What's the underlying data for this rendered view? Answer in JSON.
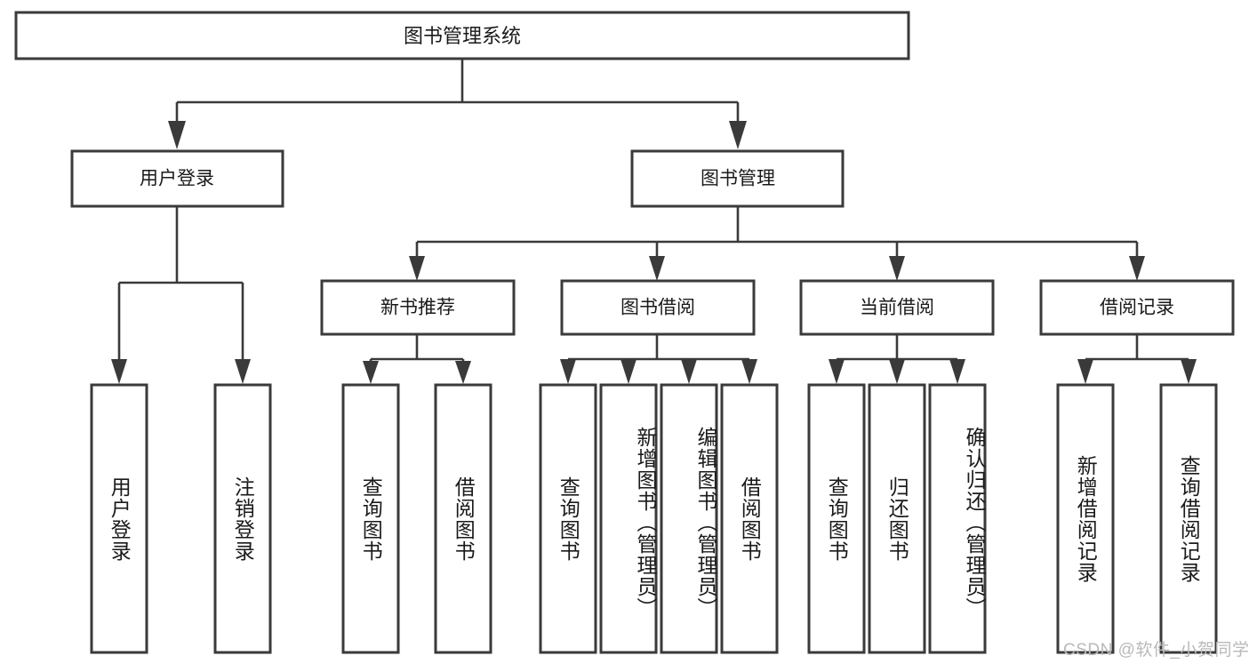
{
  "diagram": {
    "type": "tree-hierarchy-flowchart",
    "orientation": "top-down",
    "root": {
      "id": "root",
      "label": "图书管理系统"
    },
    "level2": [
      {
        "id": "user-login",
        "label": "用户登录"
      },
      {
        "id": "book-management",
        "label": "图书管理"
      }
    ],
    "level3": [
      {
        "id": "new-book-recommend",
        "label": "新书推荐",
        "parent": "book-management"
      },
      {
        "id": "book-borrow",
        "label": "图书借阅",
        "parent": "book-management"
      },
      {
        "id": "current-borrow",
        "label": "当前借阅",
        "parent": "book-management"
      },
      {
        "id": "borrow-record",
        "label": "借阅记录",
        "parent": "book-management"
      }
    ],
    "leaves": [
      {
        "id": "leaf-user-login",
        "label": "用户登录",
        "parent": "user-login"
      },
      {
        "id": "leaf-logout-login",
        "label": "注销登录",
        "parent": "user-login"
      },
      {
        "id": "leaf-query-book-1",
        "label": "查询图书",
        "parent": "new-book-recommend"
      },
      {
        "id": "leaf-borrow-book-1",
        "label": "借阅图书",
        "parent": "new-book-recommend"
      },
      {
        "id": "leaf-query-book-2",
        "label": "查询图书",
        "parent": "book-borrow"
      },
      {
        "id": "leaf-add-book",
        "label": "新增图书（管理员）",
        "parent": "book-borrow"
      },
      {
        "id": "leaf-edit-book",
        "label": "编辑图书（管理员）",
        "parent": "book-borrow"
      },
      {
        "id": "leaf-borrow-book-2",
        "label": "借阅图书",
        "parent": "book-borrow"
      },
      {
        "id": "leaf-query-book-3",
        "label": "查询图书",
        "parent": "current-borrow"
      },
      {
        "id": "leaf-return-book",
        "label": "归还图书",
        "parent": "current-borrow"
      },
      {
        "id": "leaf-confirm-return",
        "label": "确认归还（管理员）",
        "parent": "current-borrow"
      },
      {
        "id": "leaf-add-record",
        "label": "新增借阅记录",
        "parent": "borrow-record"
      },
      {
        "id": "leaf-query-record",
        "label": "查询借阅记录",
        "parent": "borrow-record"
      }
    ],
    "colors": {
      "node_fill": "#ffffff",
      "node_stroke": "#3a3a3a",
      "connector": "#3a3a3a",
      "text": "#1a1a1a",
      "background": "#ffffff",
      "watermark": "#b9b9b9"
    }
  },
  "watermark": {
    "text": "CSDN @软件_小贺同学"
  }
}
